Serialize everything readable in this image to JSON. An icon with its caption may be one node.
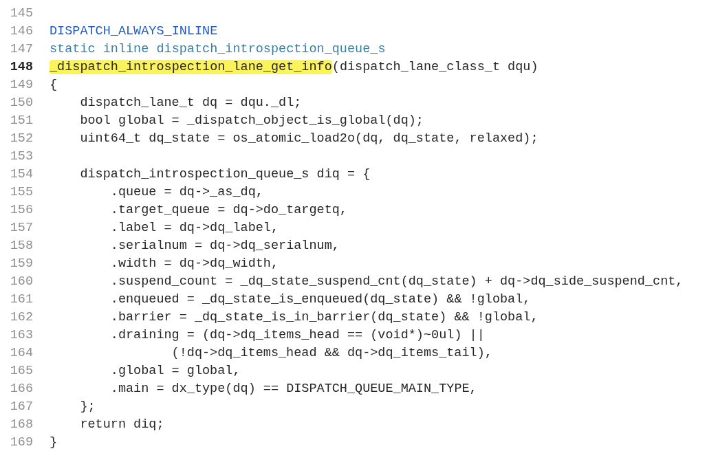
{
  "diagram": {
    "labels": [
      "145",
      "146",
      "DISPATCH_ALWAYS_INLINE",
      "147",
      "static inline dispatch_introspection_queue_s",
      "148",
      "_dispatch_introspection_lane_get_info(dispatch_lane_class_t dqu)",
      "149",
      "{",
      "150",
      "dispatch_lane_t dq = dqu._dl;",
      "151",
      "bool global = _dispatch_object_is_global(dq);",
      "152",
      "uint64_t dq_state = os_atomic_load2o(dq, dq_state, relaxed);",
      "153",
      "154",
      "dispatch_introspection_queue_s diq = {",
      "155",
      ".queue = dq->_as_dq,",
      "156",
      ".target_queue = dq->do_targetq,",
      "157",
      ".label = dq->dq_label,",
      "158",
      ".serialnum = dq->dq_serialnum,",
      "159",
      ".width = dq->dq_width,",
      "160",
      ".suspend_count = _dq_state_suspend_cnt(dq_state) + dq->dq_side_suspend_cnt,",
      "161",
      ".enqueued = _dq_state_is_enqueued(dq_state) && !global,",
      "162",
      ".barrier = _dq_state_is_in_barrier(dq_state) && !global,",
      "163",
      ".draining = (dq->dq_items_head == (void*)~0ul) ||",
      "164",
      "(!dq->dq_items_head && dq->dq_items_tail),",
      "165",
      ".global = global,",
      "166",
      ".main = dx_type(dq) == DISPATCH_QUEUE_MAIN_TYPE,",
      "167",
      "};",
      "168",
      "return diq;",
      "169",
      "}"
    ]
  }
}
